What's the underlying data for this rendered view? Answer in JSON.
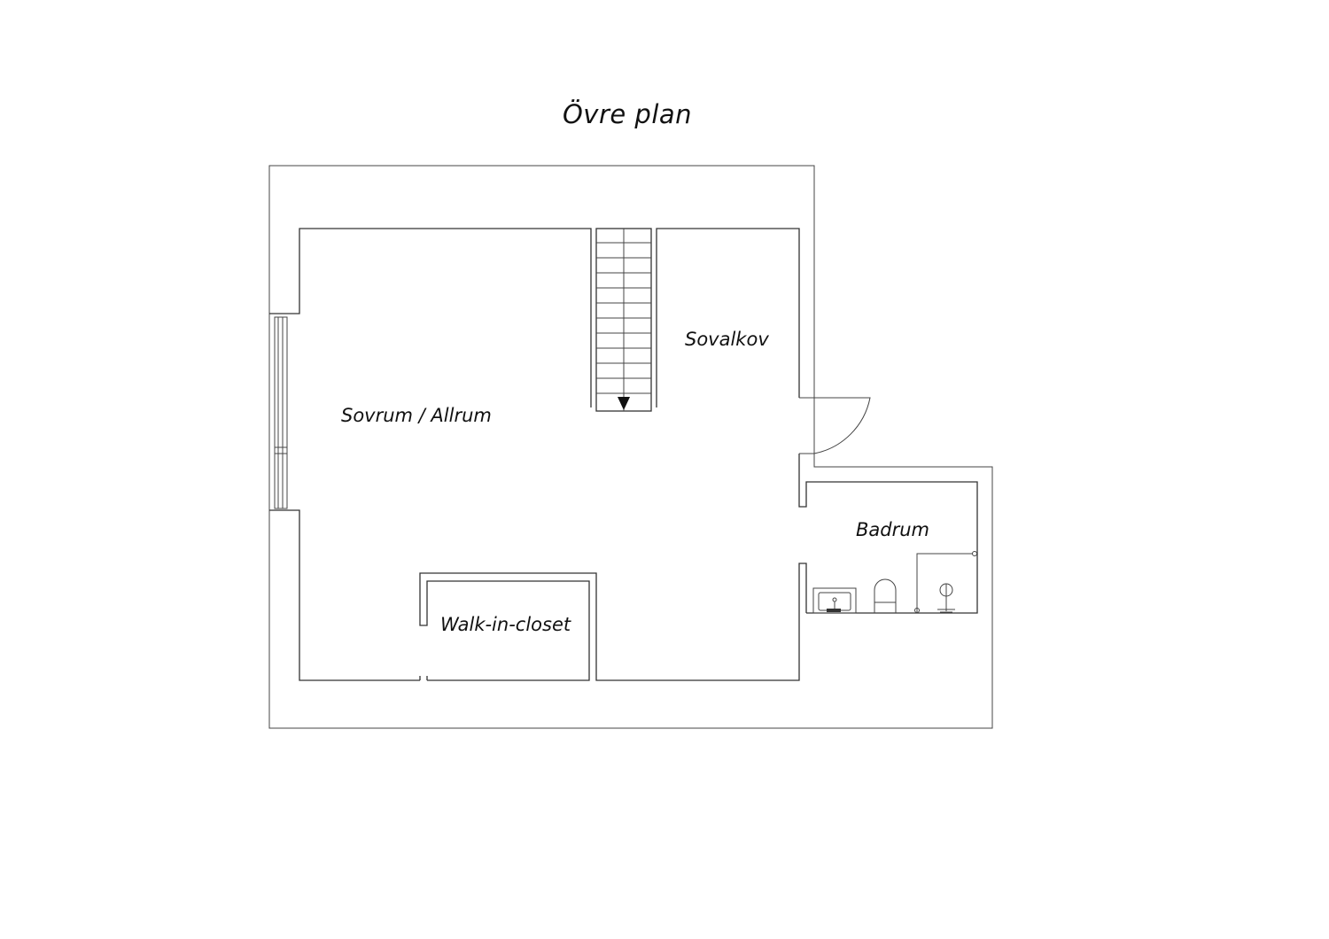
{
  "title": "Övre plan",
  "rooms": {
    "sovrum_allrum": "Sovrum / Allrum",
    "sovalkov": "Sovalkov",
    "badrum": "Badrum",
    "walk_in_closet": "Walk-in-closet"
  }
}
